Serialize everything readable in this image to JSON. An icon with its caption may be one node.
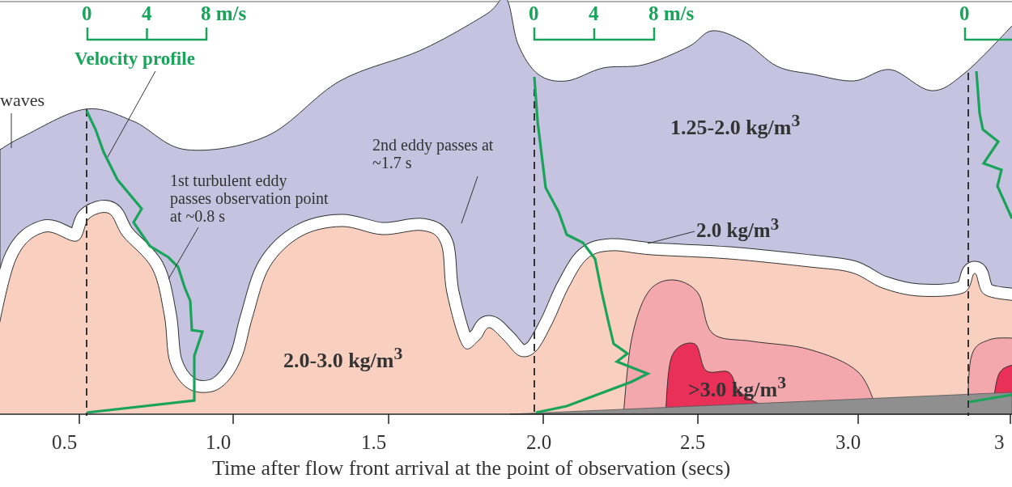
{
  "diagram": {
    "nodes": [
      {
        "text": [
          "waves"
        ]
      },
      {
        "text": [
          "Velocity profile"
        ]
      },
      {
        "text": [
          "1st turbulent eddy passes observation point at ~0.8 s"
        ]
      },
      {
        "text": [
          "2nd eddy passes at ~1.7 s"
        ]
      },
      {
        "text": [
          "2.0 kg/m$^{3}$"
        ]
      }
    ],
    "edges": [
      {
        "from": 0,
        "to": null,
        "arrow": "none"
      },
      {
        "from": 1,
        "to": null,
        "arrow": "none"
      },
      {
        "from": 2,
        "to": null,
        "arrow": "none"
      },
      {
        "from": 3,
        "to": null,
        "arrow": "none"
      },
      {
        "from": 4,
        "to": null,
        "arrow": "none"
      }
    ],
    "labels": [
      "0",
      "4",
      "8 m/s",
      "0",
      "4",
      "8 m/s",
      "0",
      "1.25-2.0 kg/m$^{3}$",
      "2.0-3.0 kg/m$^{3}$",
      ">3.0 kg/m$^{3}$",
      "0.5",
      "1.0",
      "1.5",
      "2.0",
      "2.5",
      "3.0",
      "3",
      "Time after flow front arrival at the point of observation (secs)"
    ]
  }
}
